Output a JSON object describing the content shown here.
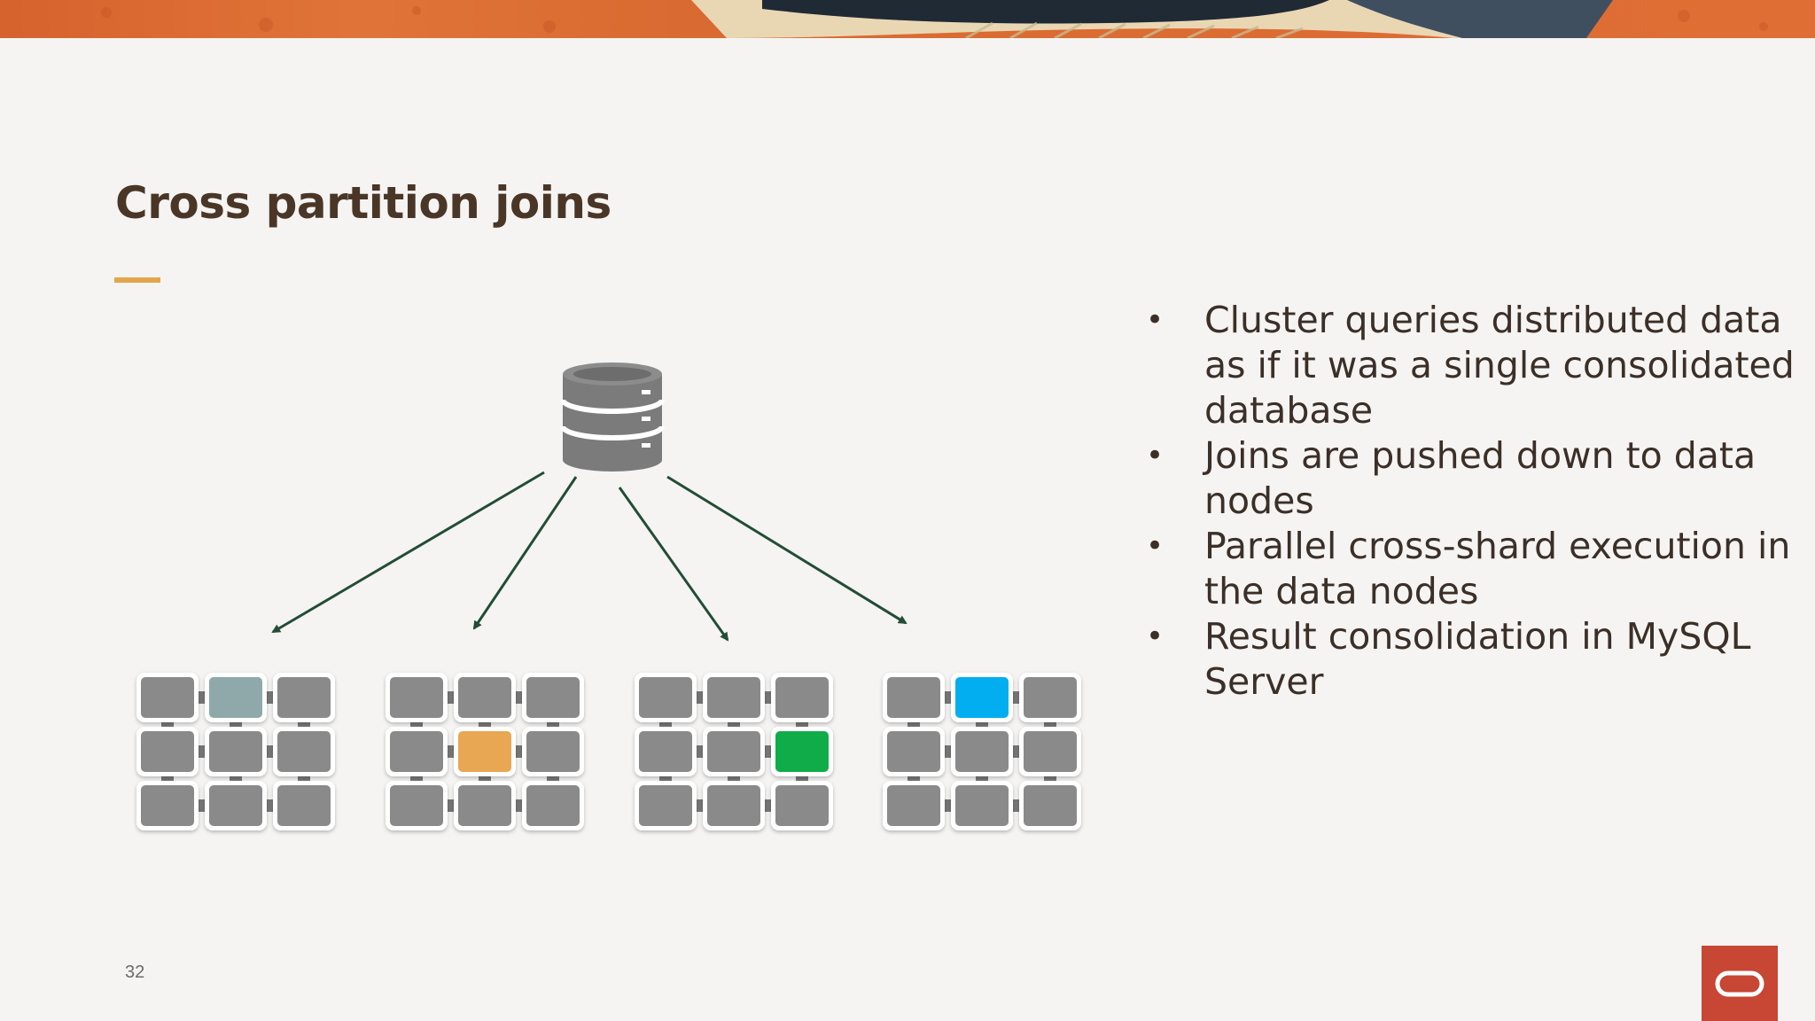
{
  "slide": {
    "title": "Cross partition joins",
    "bullets": [
      "Cluster queries distributed data as if it was a single consolidated database",
      "Joins are pushed down to data nodes",
      "Parallel cross-shard execution in the data nodes",
      "Result consolidation in MySQL Server"
    ],
    "page_number": "32"
  },
  "colors": {
    "title": "#4a3627",
    "accent": "#e3a64c",
    "arrow": "#234d35",
    "cell_gray": "#8a8a8a",
    "logo": "#c74634"
  },
  "icons": {
    "database": "database-icon",
    "logo": "oracle-logo-icon"
  },
  "diagram": {
    "nodes": [
      {
        "highlight_row": 0,
        "highlight_col": 1,
        "highlight_color": "#8fa9aa"
      },
      {
        "highlight_row": 1,
        "highlight_col": 1,
        "highlight_color": "#e8a752"
      },
      {
        "highlight_row": 1,
        "highlight_col": 2,
        "highlight_color": "#10ac4a"
      },
      {
        "highlight_row": 0,
        "highlight_col": 1,
        "highlight_color": "#03aef0"
      }
    ]
  }
}
